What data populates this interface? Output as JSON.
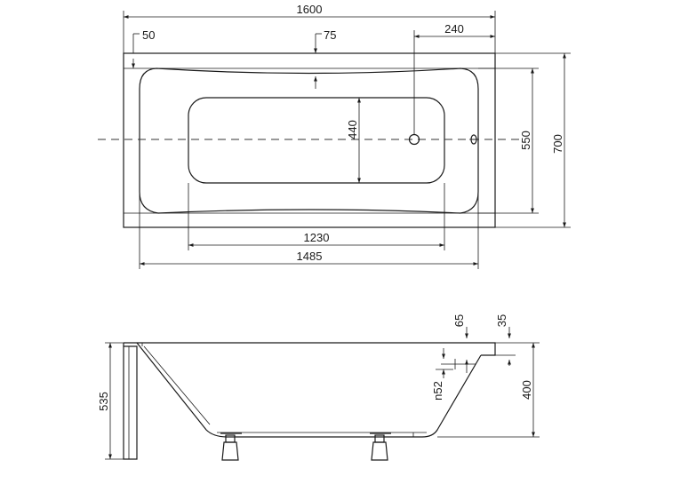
{
  "top_view": {
    "dim_length": "1600",
    "dim_rim_side": "50",
    "dim_rim_top": "75",
    "dim_drain_offset": "240",
    "dim_bottom_width": "440",
    "dim_inner_width": "550",
    "dim_width": "700",
    "dim_bottom_length": "1230",
    "dim_inner_length": "1485"
  },
  "side_view": {
    "dim_total_height": "535",
    "dim_rim_depth": "65",
    "dim_rim_thickness": "35",
    "dim_overflow": "n52",
    "dim_depth": "400"
  }
}
